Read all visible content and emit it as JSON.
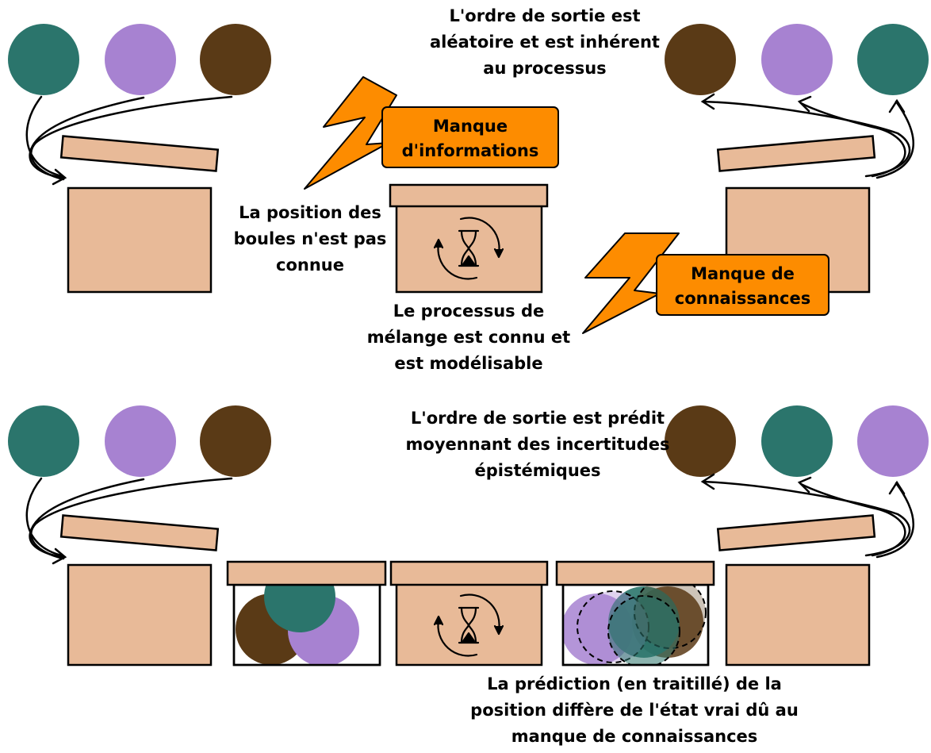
{
  "captions": {
    "random_order": "L'ordre de sortie est aléatoire et est inhérent au processus",
    "position_unknown": "La position des boules n'est pas connue",
    "process_known": "Le processus de mélange est connu et est modélisable",
    "predicted_order": "L'ordre de sortie est prédit moyennant des incertitudes épistémiques",
    "prediction_differs": "La prédiction (en traitillé) de la position diffère de l'état vrai dû au manque de connaissances"
  },
  "tags": {
    "lack_of_information": "Manque d'informations",
    "lack_of_knowledge": "Manque de connaissances"
  },
  "colors": {
    "teal": "#2b756c",
    "lavender": "#a782d1",
    "brown": "#5a3a16",
    "box": "#e8ba98",
    "bolt": "#fd8c00",
    "outline": "#000000"
  },
  "icons": {
    "bolt": "lightning-bolt-icon",
    "mixing_process": "hourglass-cycle-icon",
    "arrows": "curved-arrow-icon"
  }
}
